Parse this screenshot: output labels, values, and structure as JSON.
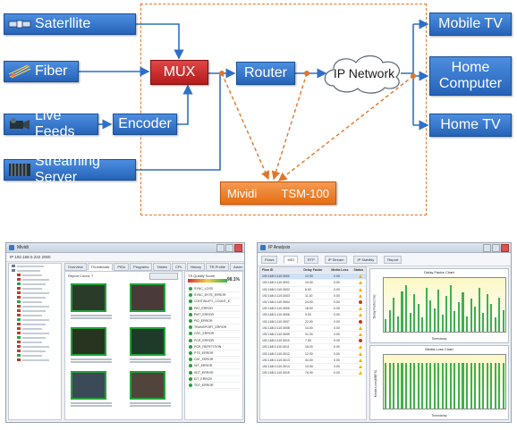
{
  "diagram": {
    "sources": [
      "Saterllite",
      "Fiber",
      "Live Feeds",
      "Streaming Server"
    ],
    "encoder": "Encoder",
    "mux": "MUX",
    "router": "Router",
    "ip_network": "IP Network",
    "outputs": [
      "Mobile TV",
      "Home Computer",
      "Home TV"
    ],
    "tsm_brand": "Mividi",
    "tsm_model": "TSM-100",
    "colors": {
      "box_blue": "#2f6fc6",
      "mux_red": "#c0282a",
      "tsm_orange": "#ef8124",
      "dashed_orange": "#e0762a"
    }
  },
  "screenshot_left": {
    "window_title": "Mividi",
    "address": "IP 192.168.0.222 2000",
    "tabs": [
      "Overview",
      "Thumbnails",
      "PIDs",
      "Programs",
      "Tables",
      "CPL",
      "History",
      "TR Profile",
      "Alarm",
      "Report"
    ],
    "active_tab": "Thumbnails",
    "report_count_label": "Report Count: 7",
    "quality_label": "TS Quality Score",
    "quality_value": "98.1%",
    "errors": [
      "SYNC_LOSS",
      "SYNC_BYTE_ERROR",
      "CONTINUITY_COUNT_E",
      "PAT_ERROR",
      "PMT_ERROR",
      "PID_ERROR",
      "TRANSPORT_ERROR",
      "CRC_ERROR",
      "PCR_ERROR",
      "PCR_REPETITION",
      "PTS_ERROR",
      "CAT_ERROR",
      "NIT_ERROR",
      "SDT_ERROR",
      "EIT_ERROR",
      "TDT_ERROR"
    ]
  },
  "screenshot_right": {
    "window_title": "IP Analysis",
    "tabs": [
      "Flows",
      "MDI",
      "RTP",
      "IP Stream",
      "IP Stability",
      "Report"
    ],
    "active_tab": "MDI",
    "columns": [
      "Flow ID",
      "Delay Factor",
      "Media Loss",
      "Status"
    ],
    "rows": [
      [
        "192.168.0.110:3000",
        "12.00",
        "0.00"
      ],
      [
        "192.168.0.110:3001",
        "10.00",
        "0.00"
      ],
      [
        "192.168.0.110:3002",
        "8.00",
        "0.00"
      ],
      [
        "192.168.0.110:3003",
        "11.00",
        "0.00"
      ],
      [
        "192.168.0.110:3004",
        "24.00",
        "0.00"
      ],
      [
        "192.168.0.110:3005",
        "18.00",
        "0.00"
      ],
      [
        "192.168.0.110:3006",
        "9.00",
        "0.00"
      ],
      [
        "192.168.0.110:3007",
        "22.00",
        "0.00"
      ],
      [
        "192.168.0.110:3008",
        "14.00",
        "0.00"
      ],
      [
        "192.168.0.110:3009",
        "31.00",
        "0.00"
      ],
      [
        "192.168.0.110:3010",
        "7.00",
        "0.00"
      ],
      [
        "192.168.0.110:3011",
        "16.00",
        "0.00"
      ],
      [
        "192.168.0.110:3012",
        "12.00",
        "0.00"
      ],
      [
        "192.168.0.110:3013",
        "44.00",
        "0.00"
      ],
      [
        "192.168.0.110:3014",
        "13.00",
        "0.00"
      ],
      [
        "192.168.0.110:3015",
        "76.00",
        "0.00"
      ]
    ],
    "chart1_title": "Delay Factor Chart",
    "chart1_ylabel": "Delay Factor(ms)",
    "chart2_title": "Media Loss Chart",
    "chart2_ylabel": "Media Loss(MBPS)",
    "xlabel": "Timestamp",
    "chart1_values": [
      8,
      14,
      22,
      10,
      26,
      30,
      12,
      24,
      18,
      9,
      28,
      20,
      15,
      27,
      11,
      23,
      30,
      13,
      19,
      25,
      10,
      21,
      16,
      28,
      12,
      24,
      18,
      9,
      22,
      14
    ],
    "chart2_values": [
      22,
      22,
      22,
      22,
      22,
      22,
      22,
      22,
      22,
      22,
      22,
      22,
      22,
      22,
      22,
      22,
      22,
      22,
      22,
      22,
      22,
      22,
      22,
      22,
      22,
      22,
      22,
      22,
      22,
      22
    ]
  }
}
